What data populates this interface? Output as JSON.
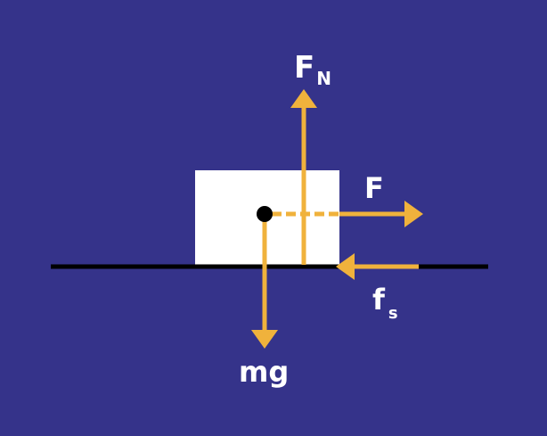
{
  "labels": {
    "normal_force": "F",
    "normal_force_sub": "N",
    "applied_force": "F",
    "friction": "f",
    "friction_sub": "s",
    "weight": "mg"
  },
  "colors": {
    "background": "#35338a",
    "arrow": "#f0b23c",
    "block": "#ffffff",
    "ground": "#000000"
  }
}
